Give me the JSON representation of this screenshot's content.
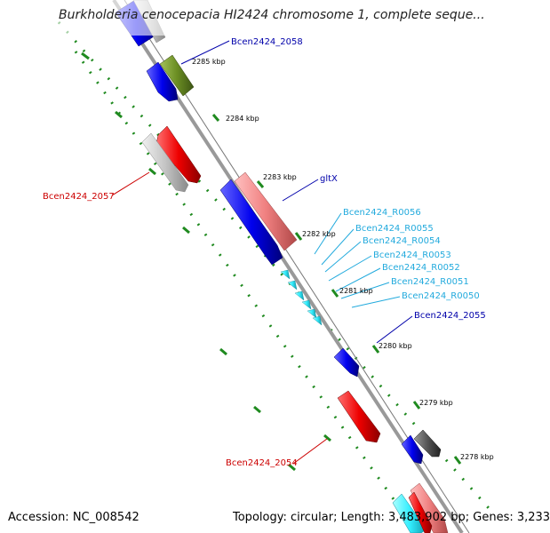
{
  "header": {
    "title": "Burkholderia cenocepacia HI2424 chromosome 1, complete seque..."
  },
  "footer": {
    "accession": "Accession: NC_008542",
    "topology": "Topology: circular; Length: 3,483,902 bp; Genes: 3,233"
  },
  "colors": {
    "backbone": "#999999",
    "tick_green": "#1f8a1f",
    "gene_blue": "#0000ee",
    "gene_red": "#ee0000",
    "gene_pink": "#f08080",
    "gene_gray": "#c0c0c0",
    "gene_olive": "#6b8e23",
    "rna_cyan": "#33ccee",
    "label_dark_blue": "#0000aa",
    "label_cyan": "#22aadd",
    "label_red": "#cc0000"
  },
  "scale": {
    "ticks": [
      "2285 kbp",
      "2284 kbp",
      "2283 kbp",
      "2282 kbp",
      "2281 kbp",
      "2280 kbp",
      "2279 kbp",
      "2278 kbp"
    ]
  },
  "labels": {
    "bcen2058": "Bcen2424_2058",
    "bcen2057": "Bcen2424_2057",
    "gltX": "gltX",
    "r0056": "Bcen2424_R0056",
    "r0055": "Bcen2424_R0055",
    "r0054": "Bcen2424_R0054",
    "r0053": "Bcen2424_R0053",
    "r0052": "Bcen2424_R0052",
    "r0051": "Bcen2424_R0051",
    "r0050": "Bcen2424_R0050",
    "bcen2055": "Bcen2424_2055",
    "bcen2054": "Bcen2424_2054"
  }
}
